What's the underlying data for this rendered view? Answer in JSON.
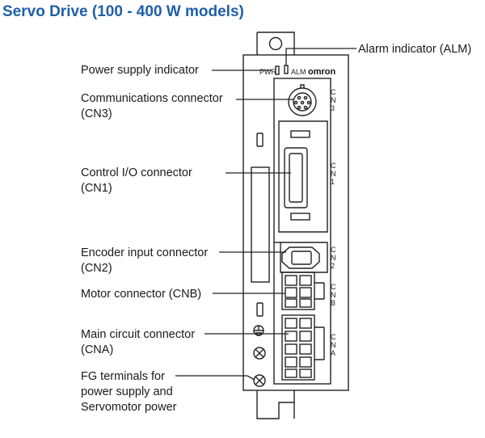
{
  "title": "Servo Drive (100 - 400 W models)",
  "callouts": {
    "alarm": "Alarm indicator (ALM)",
    "power": "Power supply indicator",
    "cn3": "Communications connector\n(CN3)",
    "cn1": "Control I/O connector\n(CN1)",
    "cn2": "Encoder input connector\n(CN2)",
    "cnb": "Motor connector (CNB)",
    "cna": "Main circuit connector\n(CNA)",
    "fg": "FG terminals for\npower supply and\nServomotor power"
  },
  "panel": {
    "pwr_tag": "PWR",
    "alm_tag": "ALM",
    "brand": "omron",
    "cn3_tag": [
      "C",
      "N",
      "3"
    ],
    "cn1_tag": [
      "C",
      "N",
      "1"
    ],
    "cn2_tag": [
      "C",
      "N",
      "2"
    ],
    "cnb_tag": [
      "C",
      "N",
      "B"
    ],
    "cna_tag": [
      "C",
      "N",
      "A"
    ]
  }
}
